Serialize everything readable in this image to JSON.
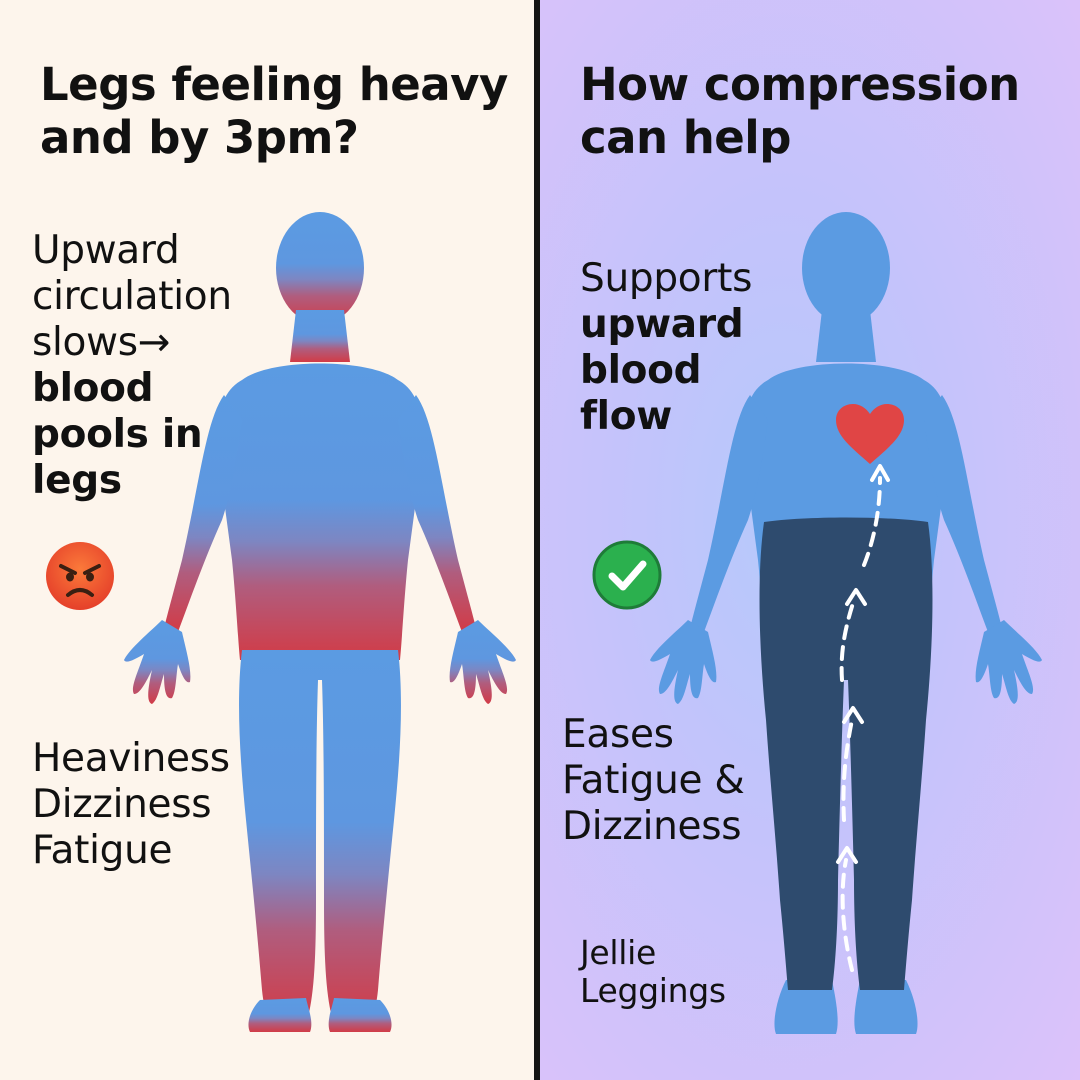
{
  "left": {
    "title": "Legs feeling heavy and by 3pm?",
    "explain": {
      "line1": "Upward",
      "line2": "circulation",
      "line3": "slows→",
      "bold1": "blood",
      "bold2": "pools in",
      "bold3": "legs"
    },
    "symptoms": [
      "Heaviness",
      "Dizziness",
      "Fatigue"
    ],
    "icon": "angry-face-icon"
  },
  "right": {
    "title": "How compression can help",
    "explain": {
      "line1": "Supports",
      "bold1": "upward",
      "bold2": "blood",
      "bold3": "flow"
    },
    "benefits": [
      "Eases",
      "Fatigue  &",
      "Dizziness"
    ],
    "product": [
      "Jellie",
      "Leggings"
    ],
    "icon": "check-mark-icon"
  },
  "colors": {
    "body_blue": "#5b9be2",
    "blood_red": "#d23b46",
    "leggings_navy": "#2e4b6e",
    "heart_red": "#e04545",
    "check_green": "#2bb04e",
    "angry_orange": "#f0562a"
  }
}
